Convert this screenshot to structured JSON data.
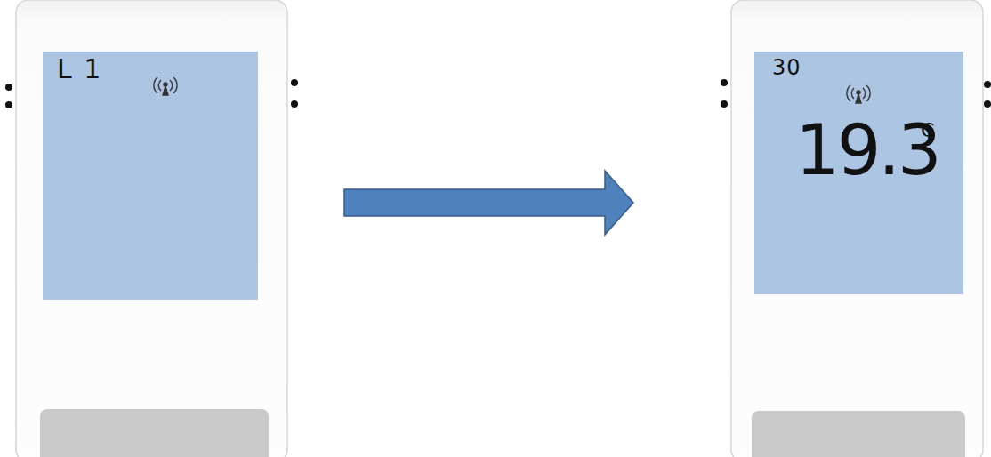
{
  "diagram": {
    "nodes": [
      {
        "text": [
          "L 1"
        ]
      },
      {
        "text": [
          "30",
          "19.3",
          "°C"
        ]
      }
    ],
    "edges": [
      {
        "from": 0,
        "to": 1,
        "arrow": "to"
      }
    ]
  }
}
